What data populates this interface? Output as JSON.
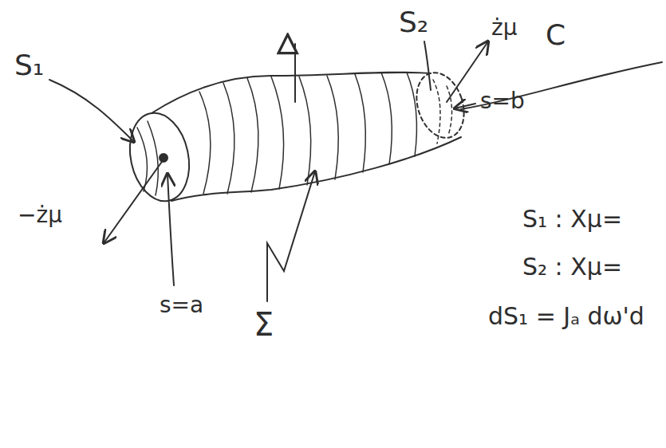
{
  "diagram": {
    "labels": [
      "S₁",
      "S₂",
      "żμ",
      "−żμ",
      "C",
      "s=b",
      "s=a",
      "Σ",
      "S₁ : Xμ=",
      "S₂ : Xμ=",
      "dS₁ = Jₐ dω'd"
    ]
  }
}
